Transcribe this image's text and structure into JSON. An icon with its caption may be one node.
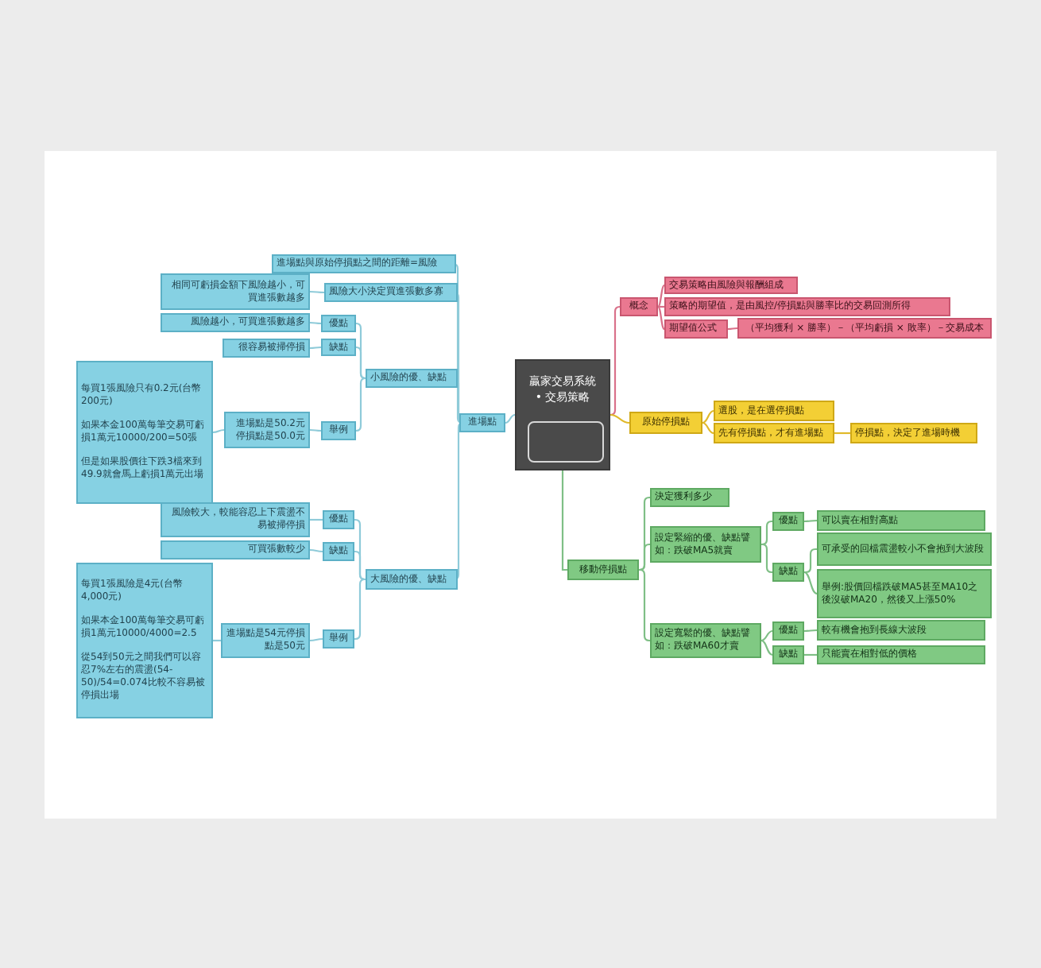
{
  "diagram": {
    "nodes": [
      {
        "text": [
          "贏家交易系統 • 交易策略"
        ]
      },
      {
        "text": [],
        "shape": "box",
        "in": 0
      },
      {
        "text": [
          "進場點"
        ]
      },
      {
        "text": [
          "進場點與原始停損點之間的距離=風險"
        ]
      },
      {
        "text": [
          "風險大小決定買進張數多寡"
        ]
      },
      {
        "text": [
          "相同可虧損金額下風險越小，可買進張數越多"
        ]
      },
      {
        "text": [
          "小風險的優、缺點"
        ]
      },
      {
        "text": [
          "優點"
        ]
      },
      {
        "text": [
          "風險越小，可買進張數越多"
        ]
      },
      {
        "text": [
          "缺點"
        ]
      },
      {
        "text": [
          "很容易被掃停損"
        ]
      },
      {
        "text": [
          "舉例"
        ]
      },
      {
        "text": [
          "進場點是50.2元停損點是50.0元"
        ]
      },
      {
        "text": [
          "每買1張風險只有0.2元(台幣200元)",
          "如果本金100萬每筆交易可虧損1萬元10000/200=50張",
          "但是如果股價往下跌3檔來到49.9就會馬上虧損1萬元出場"
        ]
      },
      {
        "text": [
          "大風險的優、缺點"
        ]
      },
      {
        "text": [
          "優點"
        ]
      },
      {
        "text": [
          "風險較大，較能容忍上下震盪不易被掃停損"
        ]
      },
      {
        "text": [
          "缺點"
        ]
      },
      {
        "text": [
          "可買張數較少"
        ]
      },
      {
        "text": [
          "舉例"
        ]
      },
      {
        "text": [
          "進場點是54元停損點是50元"
        ]
      },
      {
        "text": [
          "每買1張風險是4元(台幣4,000元)",
          "如果本金100萬每筆交易可虧損1萬元10000/4000=2.5",
          "從54到50元之間我們可以容忍7%左右的震盪(54-50)/54=0.074比較不容易被停損出場"
        ]
      },
      {
        "text": [
          "概念"
        ]
      },
      {
        "text": [
          "交易策略由風險與報酬組成"
        ]
      },
      {
        "text": [
          "策略的期望值，是由風控/停損點與勝率比的交易回測所得"
        ]
      },
      {
        "text": [
          "期望值公式"
        ]
      },
      {
        "text": [
          "（平均獲利 × 勝率）－（平均虧損 × 敗率）－交易成本"
        ]
      },
      {
        "text": [
          "原始停損點"
        ]
      },
      {
        "text": [
          "選股，是在選停損點"
        ]
      },
      {
        "text": [
          "先有停損點，才有進場點"
        ]
      },
      {
        "text": [
          "停損點，決定了進場時機"
        ]
      },
      {
        "text": [
          "移動停損點"
        ]
      },
      {
        "text": [
          "決定獲利多少"
        ]
      },
      {
        "text": [
          "設定緊縮的優、缺點譬如：跌破MA5就賣"
        ]
      },
      {
        "text": [
          "優點"
        ]
      },
      {
        "text": [
          "可以賣在相對高點"
        ]
      },
      {
        "text": [
          "缺點"
        ]
      },
      {
        "text": [
          "可承受的回檔震盪較小不會抱到大波段"
        ]
      },
      {
        "text": [
          "舉例:股價回檔跌破MA5甚至MA10之後沒破MA20，然後又上漲50%"
        ]
      },
      {
        "text": [
          "設定寬鬆的優、缺點譬如：跌破MA60才賣"
        ]
      },
      {
        "text": [
          "優點"
        ]
      },
      {
        "text": [
          "較有機會抱到長線大波段"
        ]
      },
      {
        "text": [
          "缺點"
        ]
      },
      {
        "text": [
          "只能賣在相對低的價格"
        ]
      }
    ],
    "edges": [
      {
        "from": 0,
        "to": 2,
        "arrow": "none"
      },
      {
        "from": 2,
        "to": 3,
        "arrow": "none"
      },
      {
        "from": 2,
        "to": 4,
        "arrow": "none"
      },
      {
        "from": 4,
        "to": 5,
        "arrow": "none"
      },
      {
        "from": 2,
        "to": 6,
        "arrow": "none"
      },
      {
        "from": 6,
        "to": 7,
        "arrow": "none"
      },
      {
        "from": 7,
        "to": 8,
        "arrow": "none"
      },
      {
        "from": 6,
        "to": 9,
        "arrow": "none"
      },
      {
        "from": 9,
        "to": 10,
        "arrow": "none"
      },
      {
        "from": 6,
        "to": 11,
        "arrow": "none"
      },
      {
        "from": 11,
        "to": 12,
        "arrow": "none"
      },
      {
        "from": 12,
        "to": 13,
        "arrow": "none"
      },
      {
        "from": 2,
        "to": 14,
        "arrow": "none"
      },
      {
        "from": 14,
        "to": 15,
        "arrow": "none"
      },
      {
        "from": 15,
        "to": 16,
        "arrow": "none"
      },
      {
        "from": 14,
        "to": 17,
        "arrow": "none"
      },
      {
        "from": 17,
        "to": 18,
        "arrow": "none"
      },
      {
        "from": 14,
        "to": 19,
        "arrow": "none"
      },
      {
        "from": 19,
        "to": 20,
        "arrow": "none"
      },
      {
        "from": 20,
        "to": 21,
        "arrow": "none"
      },
      {
        "from": 0,
        "to": 22,
        "arrow": "none",
        "color": "#d9718a"
      },
      {
        "from": 22,
        "to": 23,
        "arrow": "none",
        "color": "#d9718a"
      },
      {
        "from": 22,
        "to": 24,
        "arrow": "none",
        "color": "#d9718a"
      },
      {
        "from": 22,
        "to": 25,
        "arrow": "none",
        "color": "#d9718a"
      },
      {
        "from": 25,
        "to": 26,
        "arrow": "none",
        "color": "#d9718a"
      },
      {
        "from": 0,
        "to": 27,
        "arrow": "none",
        "color": "#e0b92a"
      },
      {
        "from": 27,
        "to": 28,
        "arrow": "none",
        "color": "#e0b92a"
      },
      {
        "from": 27,
        "to": 29,
        "arrow": "none",
        "color": "#e0b92a"
      },
      {
        "from": 29,
        "to": 30,
        "arrow": "none",
        "color": "#e0b92a"
      },
      {
        "from": 0,
        "to": 31,
        "arrow": "none",
        "color": "#7fbf86"
      },
      {
        "from": 31,
        "to": 32,
        "arrow": "none",
        "color": "#7fbf86"
      },
      {
        "from": 31,
        "to": 33,
        "arrow": "none",
        "color": "#7fbf86"
      },
      {
        "from": 33,
        "to": 34,
        "arrow": "none",
        "color": "#7fbf86"
      },
      {
        "from": 34,
        "to": 35,
        "arrow": "none",
        "color": "#7fbf86"
      },
      {
        "from": 33,
        "to": 36,
        "arrow": "none",
        "color": "#7fbf86"
      },
      {
        "from": 36,
        "to": 37,
        "arrow": "none",
        "color": "#7fbf86"
      },
      {
        "from": 36,
        "to": 38,
        "arrow": "none",
        "color": "#7fbf86"
      },
      {
        "from": 31,
        "to": 39,
        "arrow": "none",
        "color": "#7fbf86"
      },
      {
        "from": 39,
        "to": 40,
        "arrow": "none",
        "color": "#7fbf86"
      },
      {
        "from": 40,
        "to": 41,
        "arrow": "none",
        "color": "#7fbf86"
      },
      {
        "from": 39,
        "to": 42,
        "arrow": "none",
        "color": "#7fbf86"
      },
      {
        "from": 42,
        "to": 43,
        "arrow": "none",
        "color": "#7fbf86"
      }
    ]
  }
}
